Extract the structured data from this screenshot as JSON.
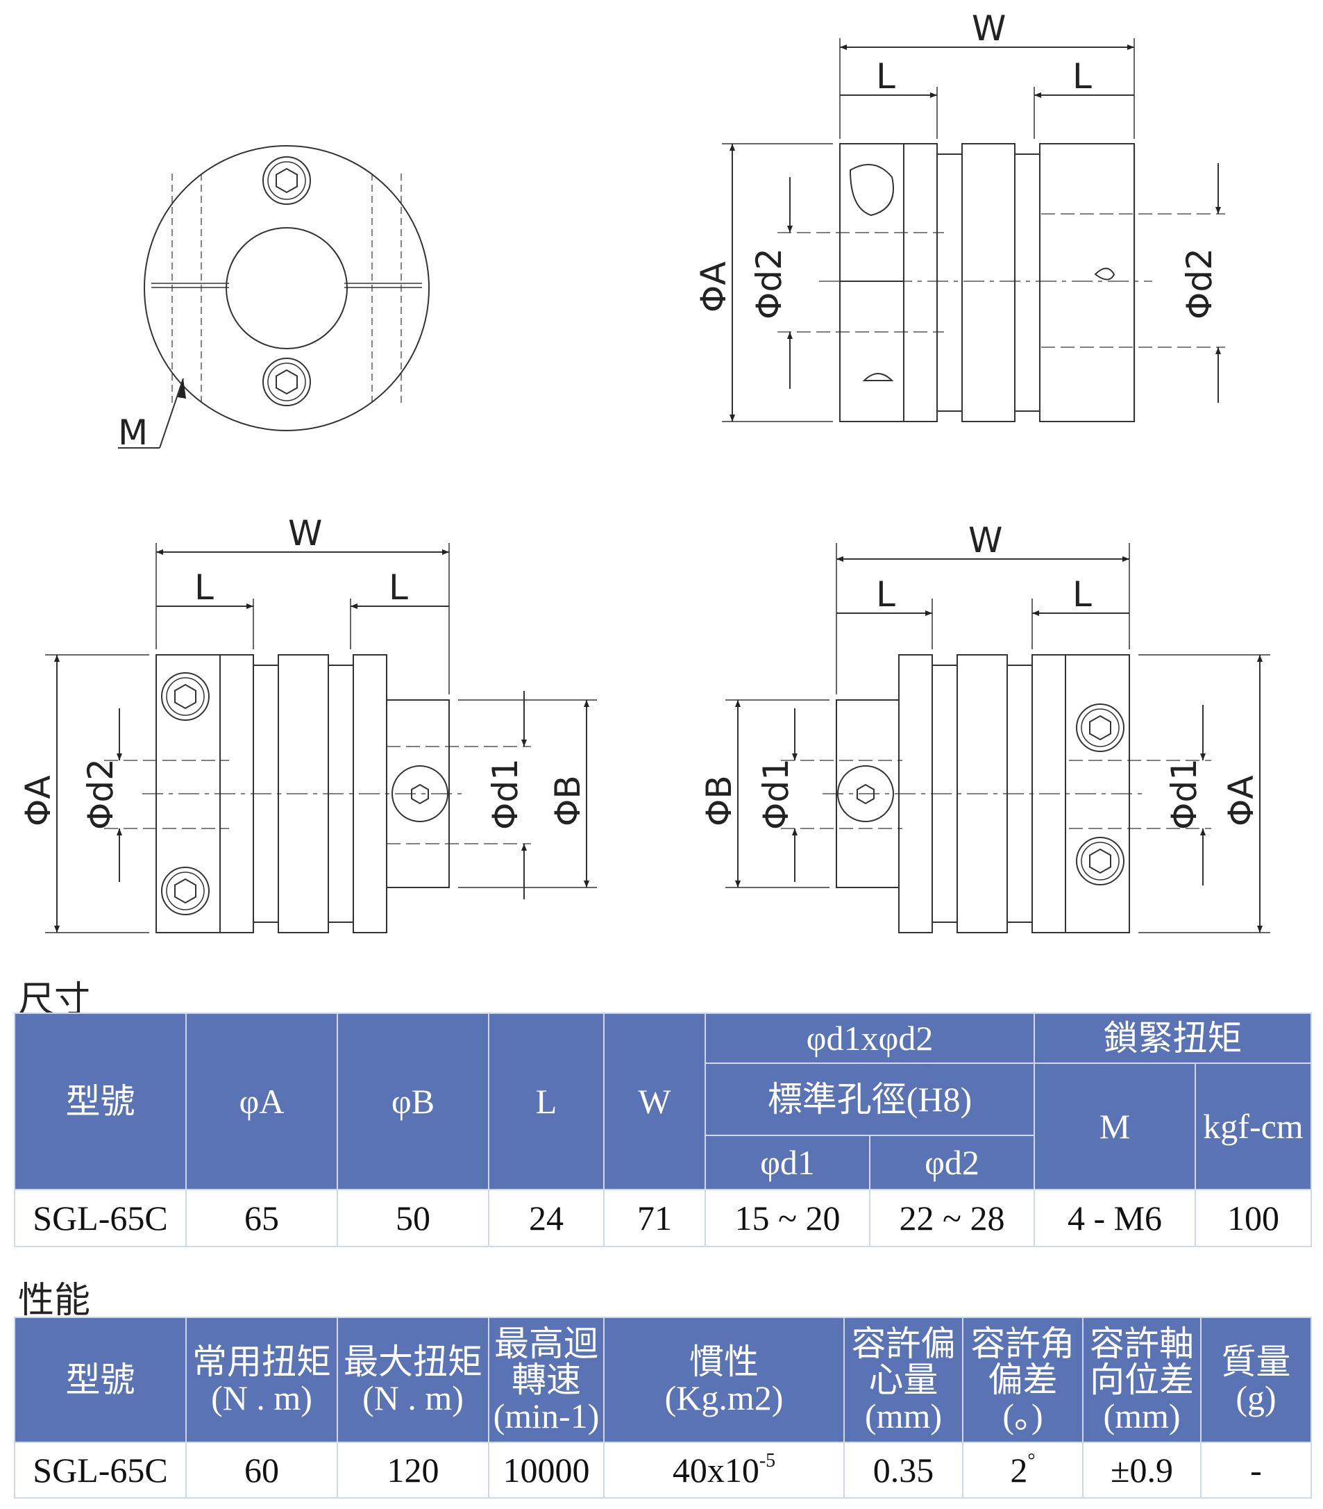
{
  "drawing_labels": {
    "W": "W",
    "L": "L",
    "M": "M",
    "phiA": "ΦA",
    "phiB": "ΦB",
    "phiD1": "Φd1",
    "phiD2": "Φd2"
  },
  "dimensions_section": {
    "title": "尺寸",
    "headers": {
      "model": "型號",
      "phiA": "φA",
      "phiB": "φB",
      "L": "L",
      "W": "W",
      "bore_group": "φd1xφd2",
      "bore_standard": "標準孔徑(H8)",
      "phiD1": "φd1",
      "phiD2": "φd2",
      "torque_group": "鎖緊扭矩",
      "M": "M",
      "kgfcm": "kgf-cm"
    },
    "row": {
      "model": "SGL-65C",
      "phiA": "65",
      "phiB": "50",
      "L": "24",
      "W": "71",
      "d1": "15 ~ 20",
      "d2": "22 ~ 28",
      "M": "4 - M6",
      "kgfcm": "100"
    }
  },
  "performance_section": {
    "title": "性能",
    "headers": {
      "model": "型號",
      "rated_torque": "常用扭矩",
      "rated_torque_unit": "(N . m)",
      "max_torque": "最大扭矩",
      "max_torque_unit": "(N . m)",
      "max_speed_1": "最高迴",
      "max_speed_2": "轉速",
      "max_speed_unit": "(min-1)",
      "inertia": "慣性",
      "inertia_unit": "(Kg.m2)",
      "misalign_1": "容許偏",
      "misalign_2": "心量",
      "misalign_unit": "(mm)",
      "angular_1": "容許角",
      "angular_2": "偏差",
      "angular_unit": "(。)",
      "axial_1": "容許軸",
      "axial_2": "向位差",
      "axial_unit": "(mm)",
      "mass_1": "質量",
      "mass_unit": "(g)"
    },
    "row": {
      "model": "SGL-65C",
      "rated_torque": "60",
      "max_torque": "120",
      "max_speed": "10000",
      "inertia_base": "40x10",
      "inertia_exp": "-5",
      "misalign": "0.35",
      "angular": "2",
      "angular_deg": "°",
      "axial": "±0.9",
      "mass": "-"
    }
  }
}
